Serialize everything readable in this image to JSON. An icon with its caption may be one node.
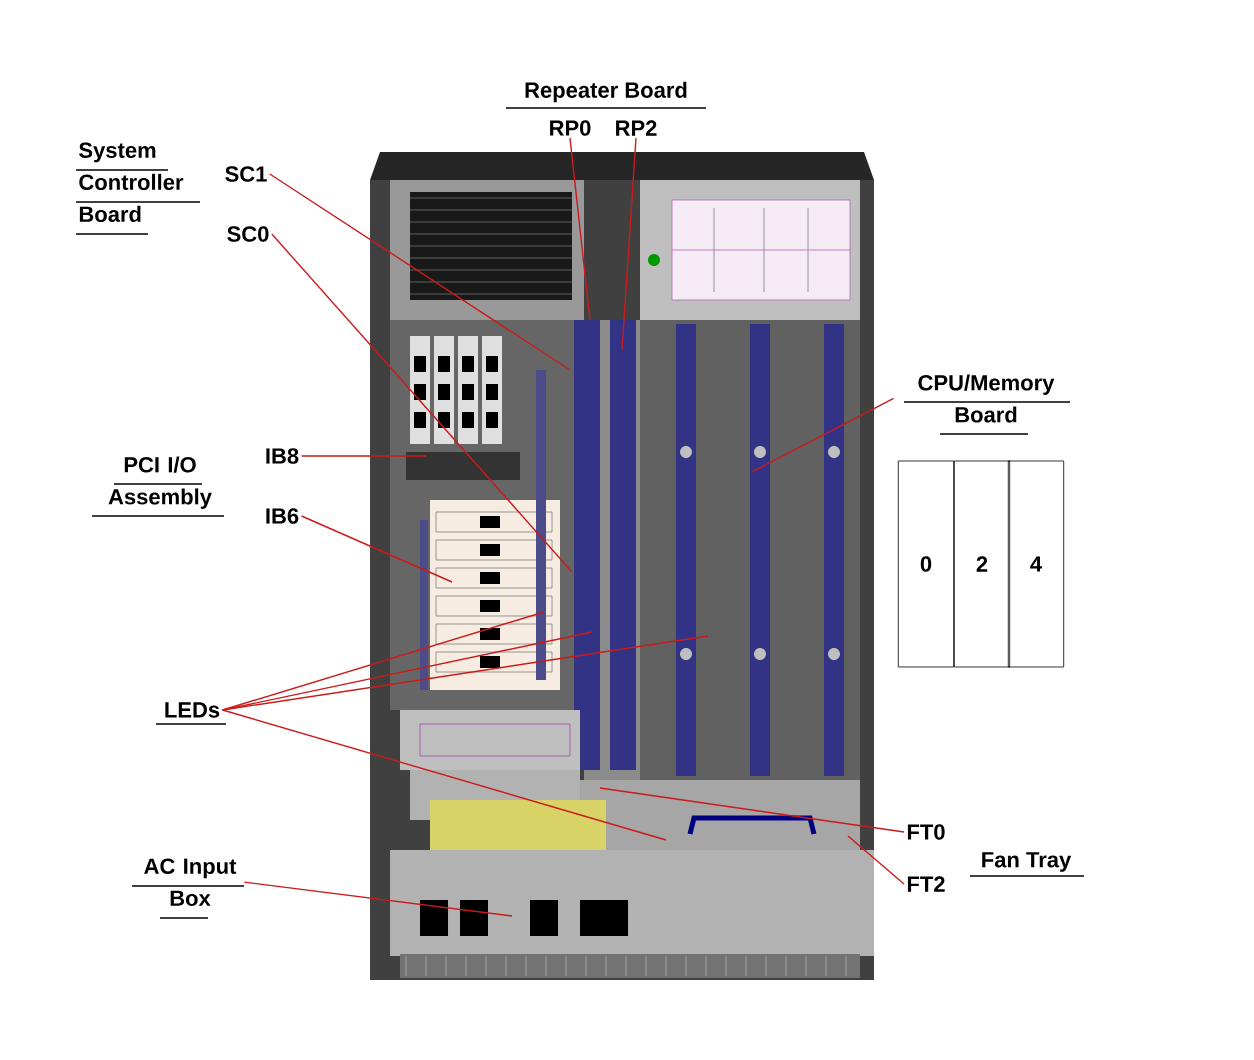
{
  "diagram": {
    "nodes": [
      {
        "text": [
          "SC1"
        ]
      },
      {
        "text": [
          "SC0"
        ]
      },
      {
        "text": [
          "RP0"
        ]
      },
      {
        "text": [
          "RP2"
        ]
      },
      {
        "text": [
          "IB8"
        ]
      },
      {
        "text": [
          "IB6"
        ]
      },
      {
        "text": [
          "CPU/Memory Board"
        ]
      },
      {
        "text": [
          "LEDs"
        ]
      },
      {
        "text": [
          "FT0"
        ]
      },
      {
        "text": [
          "FT2"
        ]
      },
      {
        "text": [
          "AC Input Box"
        ]
      },
      {
        "text": [
          "0"
        ]
      },
      {
        "text": [
          "2"
        ]
      },
      {
        "text": [
          "4"
        ]
      }
    ],
    "edges": [
      {
        "from": 0,
        "to": null,
        "arrow": "none"
      },
      {
        "from": 1,
        "to": null,
        "arrow": "none"
      },
      {
        "from": 2,
        "to": null,
        "arrow": "none"
      },
      {
        "from": 3,
        "to": null,
        "arrow": "none"
      },
      {
        "from": 4,
        "to": null,
        "arrow": "none"
      },
      {
        "from": 5,
        "to": null,
        "arrow": "none"
      },
      {
        "from": 6,
        "to": null,
        "arrow": "none"
      },
      {
        "from": 7,
        "to": null,
        "arrow": "none"
      },
      {
        "from": 7,
        "to": null,
        "arrow": "none"
      },
      {
        "from": 7,
        "to": null,
        "arrow": "none"
      },
      {
        "from": 7,
        "to": null,
        "arrow": "none"
      },
      {
        "from": 8,
        "to": null,
        "arrow": "none"
      },
      {
        "from": 9,
        "to": null,
        "arrow": "none"
      },
      {
        "from": 10,
        "to": null,
        "arrow": "none"
      }
    ],
    "labels": [
      "Repeater Board",
      "System Controller Board",
      "PCI I/O Assembly",
      "Fan Tray"
    ]
  }
}
